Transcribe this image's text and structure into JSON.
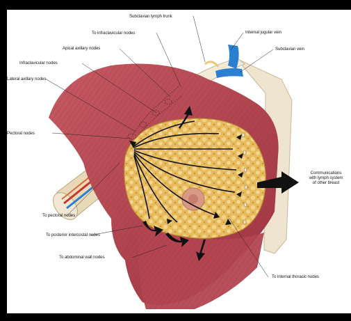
{
  "labels": {
    "subclavian_trunk": "Subclavian lymph trunk",
    "infraclavicular_to": "To infraclavicular nodes",
    "internal_jugular": "Internal jugular vein",
    "subclavian_vein": "Subclavian vein",
    "apical_axillary": "Apical axillary nodes",
    "infraclavicular": "Infraclavicular nodes",
    "lateral_axillary": "Lateral axillary nodes",
    "pectoral": "Pectoral nodes",
    "communications_1": "Communications",
    "communications_2": "with lymph system",
    "communications_3": "of other breast",
    "to_pectoral": "To pectoral nodes",
    "to_posterior_intercostal": "To posterior intercostal nodes",
    "to_abdominal_wall": "To abdominal wall nodes",
    "to_internal_thoracic": "To internal thoracic nodes"
  },
  "colors": {
    "muscle": "#b94a55",
    "muscle_dark": "#8e2f3a",
    "breast_fat": "#e9bf62",
    "breast_fat_dark": "#c99a3b",
    "bone": "#efe6d2",
    "vein": "#2a7fd0",
    "artery": "#c8342a",
    "arrow": "#111111"
  },
  "icons": {
    "arrow": "black-flow-arrow",
    "node": "lymph-node"
  }
}
